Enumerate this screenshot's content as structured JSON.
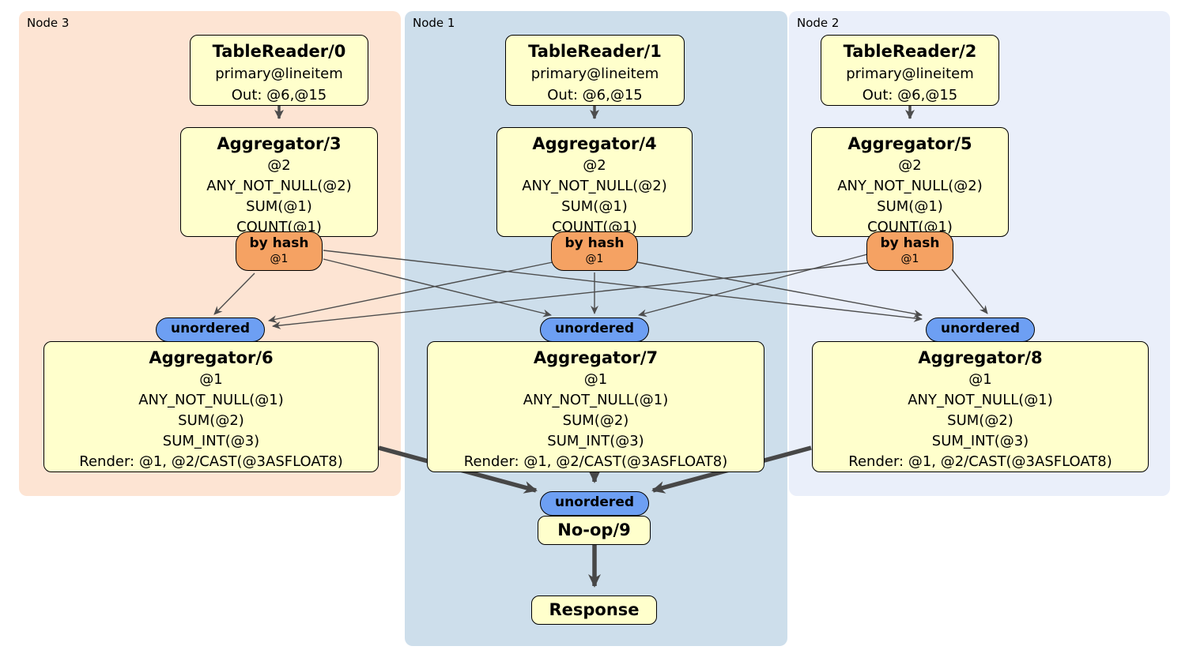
{
  "colors": {
    "node3_bg": "#fde4d3",
    "node1_bg": "#cddeeb",
    "node2_bg": "#eaeffa",
    "processor_bg": "#ffffcc",
    "hash_router_bg": "#f5a263",
    "stream_bg": "#6d9ff3",
    "edge_thin": "#4d4d4d",
    "edge_thick": "#474747"
  },
  "nodes": [
    {
      "label": "Node 3",
      "table_reader": {
        "title": "TableReader/0",
        "rows": [
          "primary@lineitem",
          "Out: @6,@15"
        ]
      },
      "aggregator": {
        "title": "Aggregator/3",
        "rows": [
          "@2",
          "ANY_NOT_NULL(@2)",
          "SUM(@1)",
          "COUNT(@1)"
        ]
      },
      "hash_router": {
        "label": "by hash",
        "arg": "@1"
      },
      "stream": {
        "label": "unordered"
      },
      "final_aggregator": {
        "title": "Aggregator/6",
        "rows": [
          "@1",
          "ANY_NOT_NULL(@1)",
          "SUM(@2)",
          "SUM_INT(@3)",
          "Render: @1, @2/CAST(@3ASFLOAT8)"
        ]
      }
    },
    {
      "label": "Node 1",
      "table_reader": {
        "title": "TableReader/1",
        "rows": [
          "primary@lineitem",
          "Out: @6,@15"
        ]
      },
      "aggregator": {
        "title": "Aggregator/4",
        "rows": [
          "@2",
          "ANY_NOT_NULL(@2)",
          "SUM(@1)",
          "COUNT(@1)"
        ]
      },
      "hash_router": {
        "label": "by hash",
        "arg": "@1"
      },
      "stream": {
        "label": "unordered"
      },
      "final_aggregator": {
        "title": "Aggregator/7",
        "rows": [
          "@1",
          "ANY_NOT_NULL(@1)",
          "SUM(@2)",
          "SUM_INT(@3)",
          "Render: @1, @2/CAST(@3ASFLOAT8)"
        ]
      }
    },
    {
      "label": "Node 2",
      "table_reader": {
        "title": "TableReader/2",
        "rows": [
          "primary@lineitem",
          "Out: @6,@15"
        ]
      },
      "aggregator": {
        "title": "Aggregator/5",
        "rows": [
          "@2",
          "ANY_NOT_NULL(@2)",
          "SUM(@1)",
          "COUNT(@1)"
        ]
      },
      "hash_router": {
        "label": "by hash",
        "arg": "@1"
      },
      "stream": {
        "label": "unordered"
      },
      "final_aggregator": {
        "title": "Aggregator/8",
        "rows": [
          "@1",
          "ANY_NOT_NULL(@1)",
          "SUM(@2)",
          "SUM_INT(@3)",
          "Render: @1, @2/CAST(@3ASFLOAT8)"
        ]
      }
    }
  ],
  "sink": {
    "stream": {
      "label": "unordered"
    },
    "noop": {
      "title": "No-op/9"
    },
    "response": {
      "title": "Response"
    }
  }
}
